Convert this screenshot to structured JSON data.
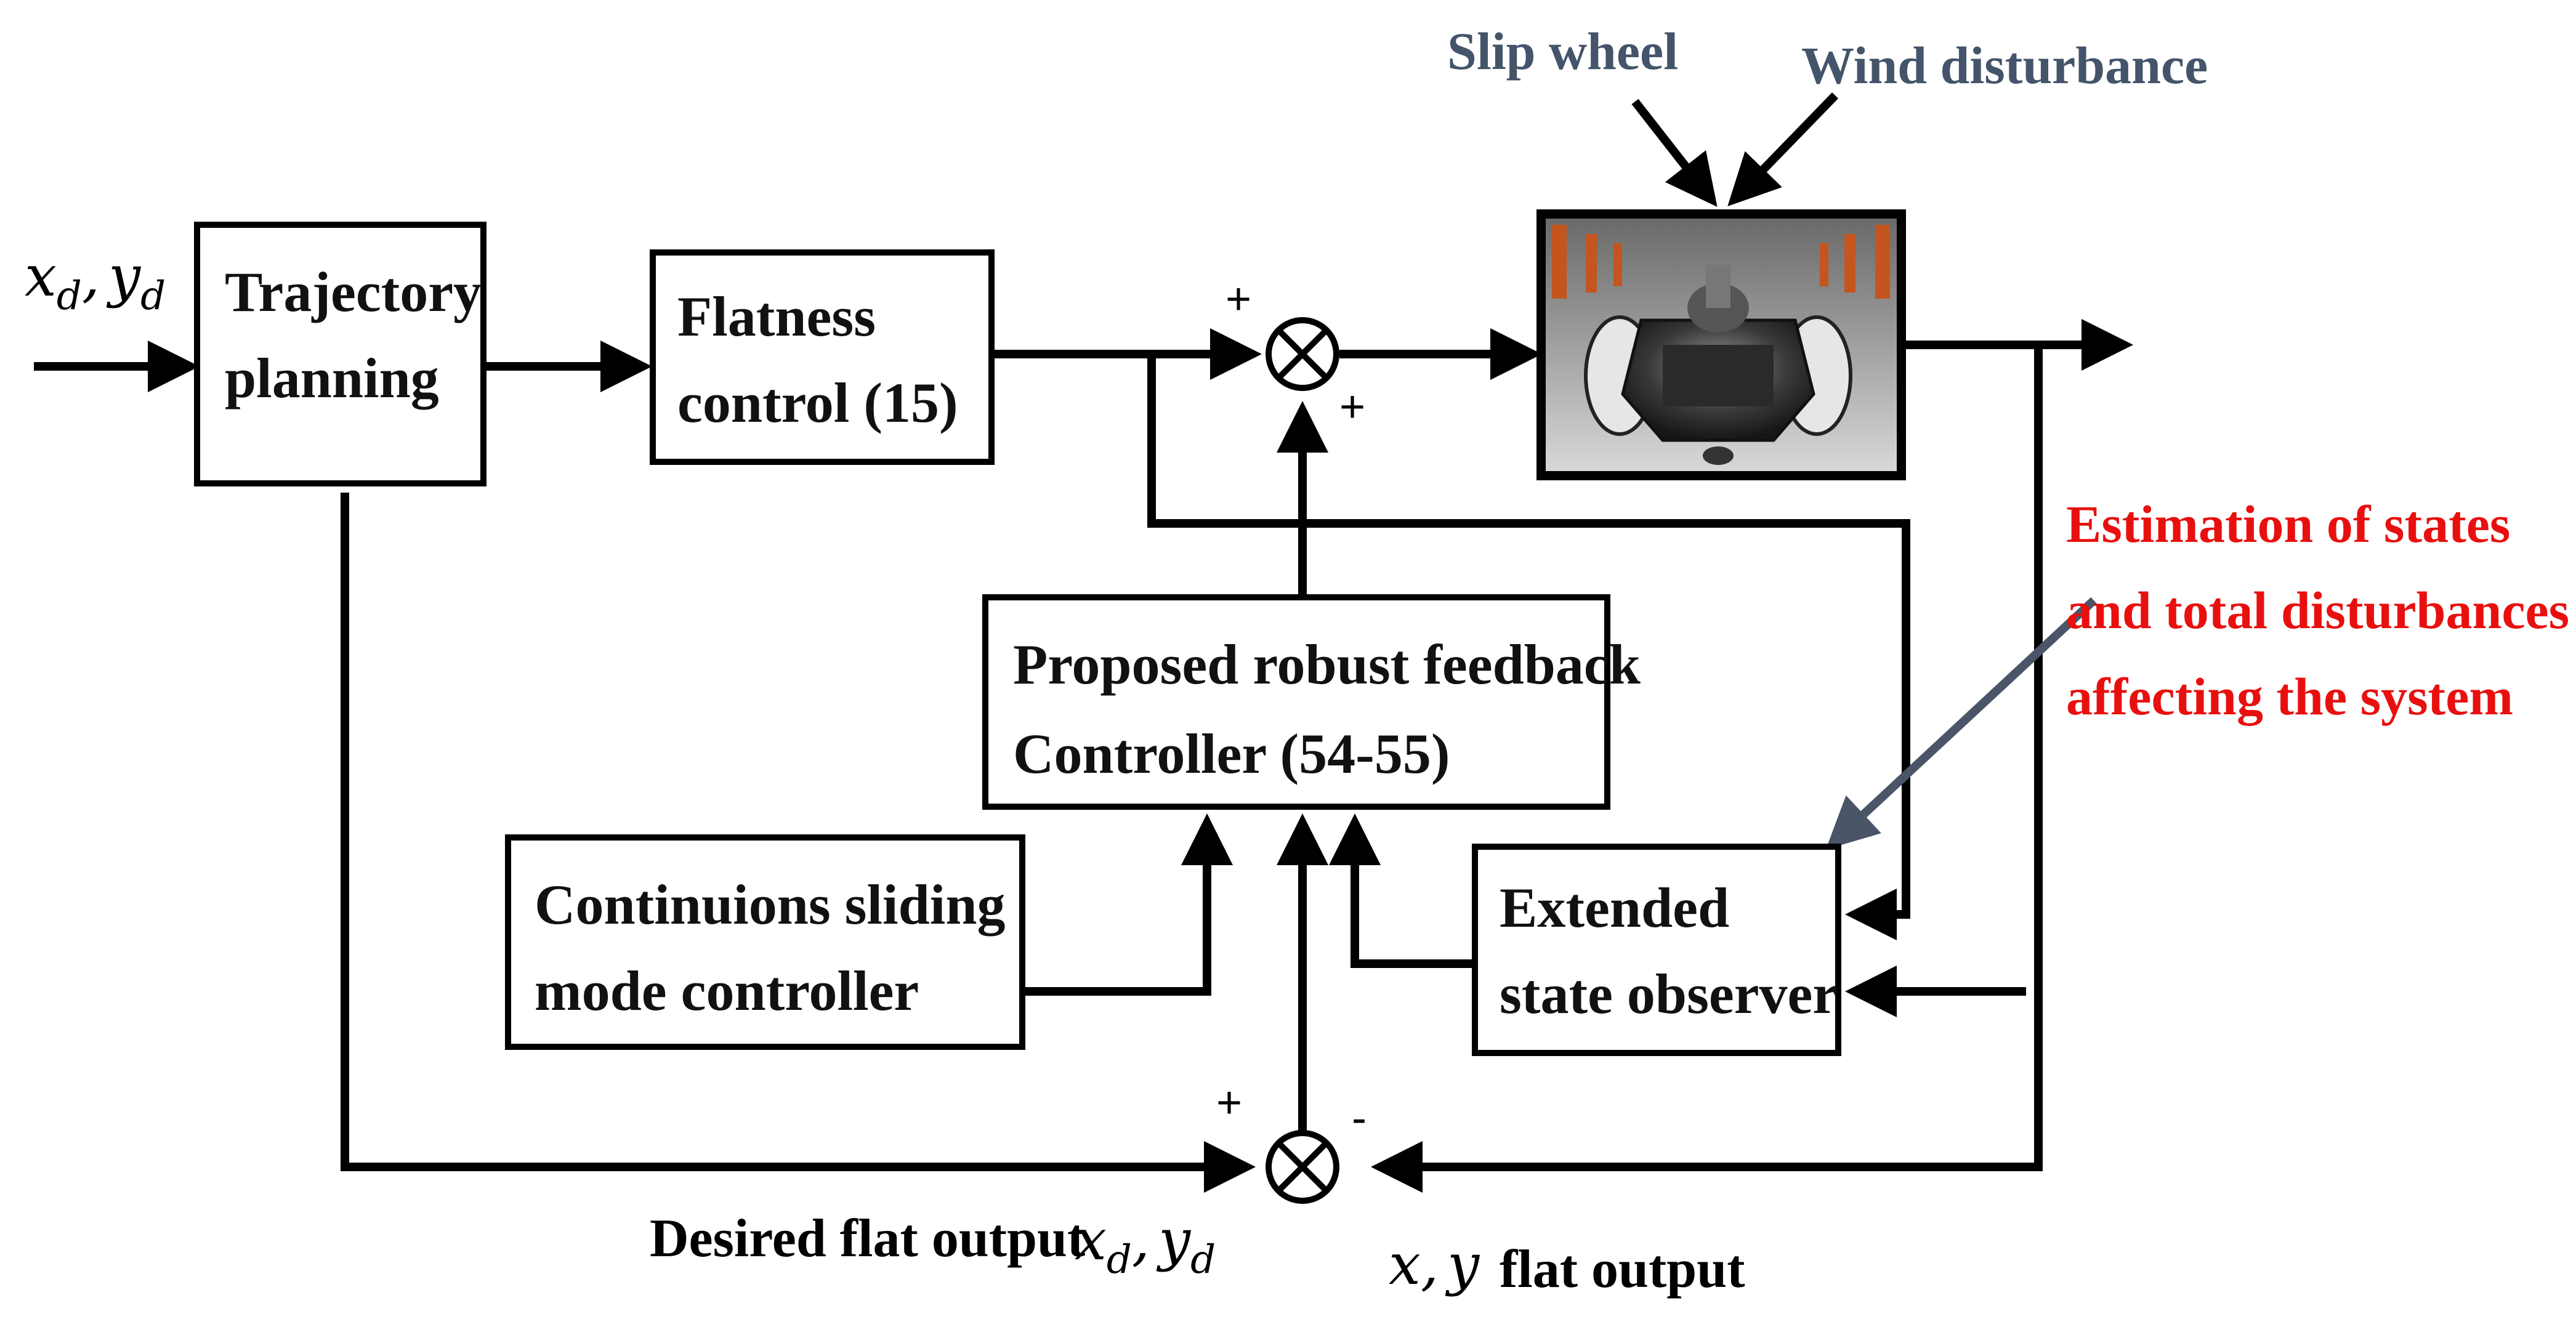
{
  "blocks": {
    "trajectory": [
      "Trajectory",
      "planning"
    ],
    "flatness": [
      "Flatness",
      "control (15)"
    ],
    "robust": [
      "Proposed robust feedback",
      "Controller (54-55)"
    ],
    "sliding": [
      "Continuions sliding",
      "mode controller"
    ],
    "observer": [
      "Extended",
      "state observer"
    ]
  },
  "plant": {
    "image": "robot-vehicle-photo"
  },
  "disturbances": {
    "slip": "Slip wheel",
    "wind": "Wind disturbance"
  },
  "annotation": [
    "Estimation of states",
    "and total disturbances",
    "affecting the system"
  ],
  "signals": {
    "input_x": "x",
    "input_y": "y",
    "sub_d": "d",
    "comma": ",",
    "desired_caption": "Desired flat output",
    "output_x": "x",
    "output_y": "y",
    "output_caption": "flat output"
  },
  "signs": {
    "top_plus_left": "+",
    "top_plus_bottom": "+",
    "bottom_plus": "+",
    "bottom_minus": "-"
  },
  "colors": {
    "disturbance_text": "#44546a",
    "annotation_text": "#e8100f",
    "annotation_arrow": "#4a5568"
  }
}
